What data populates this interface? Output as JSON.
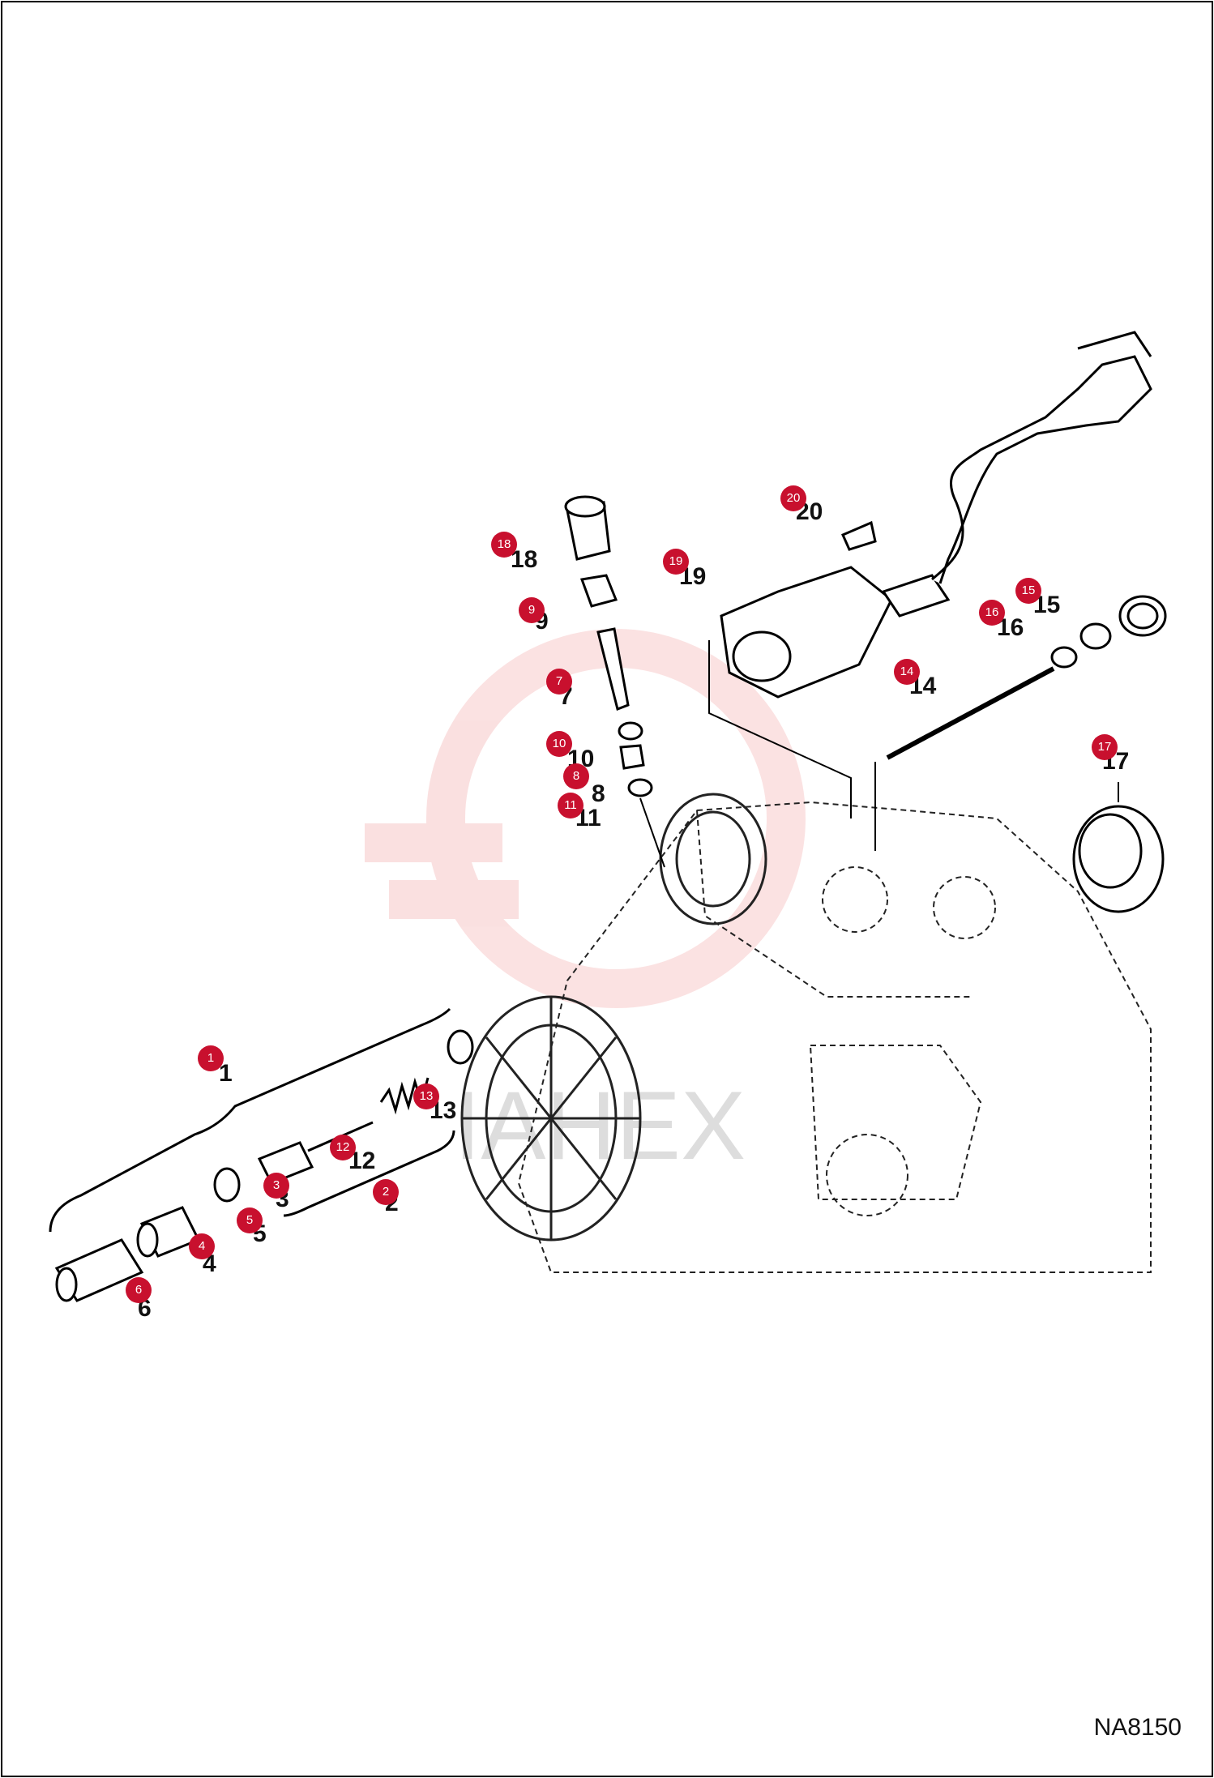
{
  "drawing_code": "NA8150",
  "watermark_text": "IAHEX",
  "marker_color": "#c8102e",
  "callouts": [
    {
      "id": "1",
      "label": "1",
      "number": "1"
    },
    {
      "id": "2",
      "label": "2",
      "number": "2"
    },
    {
      "id": "3",
      "label": "3",
      "number": "3"
    },
    {
      "id": "4",
      "label": "4",
      "number": "4"
    },
    {
      "id": "5",
      "label": "5",
      "number": "5"
    },
    {
      "id": "6",
      "label": "6",
      "number": "6"
    },
    {
      "id": "7",
      "label": "7",
      "number": "7"
    },
    {
      "id": "8",
      "label": "8",
      "number": "8"
    },
    {
      "id": "9",
      "label": "9",
      "number": "9"
    },
    {
      "id": "10",
      "label": "10",
      "number": "10"
    },
    {
      "id": "11",
      "label": "11",
      "number": "11"
    },
    {
      "id": "12",
      "label": "12",
      "number": "12"
    },
    {
      "id": "13",
      "label": "13",
      "number": "13"
    },
    {
      "id": "14",
      "label": "14",
      "number": "14"
    },
    {
      "id": "15",
      "label": "15",
      "number": "15"
    },
    {
      "id": "16",
      "label": "16",
      "number": "16"
    },
    {
      "id": "17",
      "label": "17",
      "number": "17"
    },
    {
      "id": "18",
      "label": "18",
      "number": "18"
    },
    {
      "id": "19",
      "label": "19",
      "number": "19"
    },
    {
      "id": "20",
      "label": "20",
      "number": "20"
    }
  ]
}
